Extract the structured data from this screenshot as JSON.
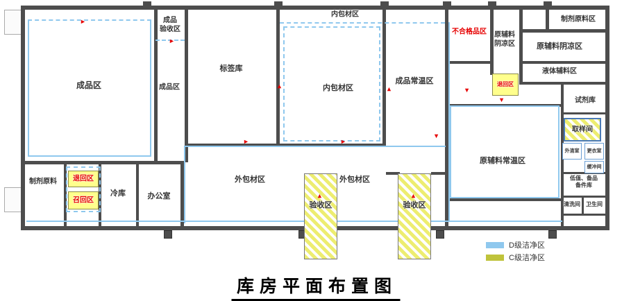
{
  "title": "库房平面布置图",
  "legend": {
    "d": {
      "label": "D级洁净区",
      "color": "#8FC8EE"
    },
    "c": {
      "label": "C级洁净区",
      "color": "#BFC33B"
    }
  },
  "icons": {
    "flow_arrow": "►"
  },
  "colors": {
    "wall": "#4D4D4D",
    "clean_d_line": "#8FC8EE",
    "clean_c_hatch": "#EDED70",
    "highlight_yellow": "#FFFF8C",
    "alert_red": "#E60000"
  },
  "rooms": {
    "chengpin_yanshou": "成品\n验收区",
    "chengpin_large": "成品区",
    "chengpin_small": "成品区",
    "biaoqianku": "标签库",
    "neibaocai_top": "内包材区",
    "neibaocai_center": "内包材区",
    "chengpin_changwen": "成品常温区",
    "buhegepin": "不合格品区",
    "yinliang_narrow": "原辅料\n阴凉区",
    "yinliang_wide": "原辅料阴凉区",
    "zhiji_yuanliao_qu": "制剂原料区",
    "yeti_fuliao": "液体辅料区",
    "tuihui_right": "退回区",
    "shijiku": "试剂库",
    "quyangjian": "取样间",
    "yuanfuliao_changwen": "原辅料常温区",
    "waiqingshi": "外清室",
    "gengyishi": "更衣室",
    "huanchongjian": "缓冲间",
    "dizhi_beipin": "低值、备品\n备件库",
    "qingxijian": "清洗间",
    "weishengjian": "卫生间",
    "zhiji_yuanliao_left": "制剂原料",
    "tuihui_left": "退回区",
    "zhaohui_qu": "召回区",
    "lengku": "冷库",
    "bangongshi": "办公室",
    "waibaocai_left": "外包材区",
    "waibaocai_right": "外包材区",
    "yanshou_left": "验收区",
    "yanshou_right": "验收区"
  }
}
